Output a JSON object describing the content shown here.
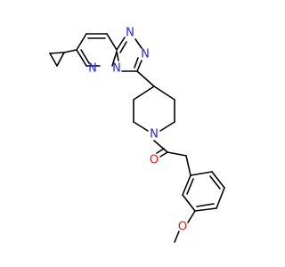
{
  "figure": {
    "atom_labels": {
      "n_triazole_top": "N",
      "n_triazole_right": "N",
      "n_pyridazine": "N",
      "n_bridge": "N",
      "n_piperidine": "N",
      "o_carbonyl": "O",
      "o_methoxy": "O"
    },
    "colors": {
      "nitrogen": "#2222ee",
      "oxygen": "#ee1111",
      "carbon_bonds": "#000000",
      "background": "#ffffff"
    }
  }
}
